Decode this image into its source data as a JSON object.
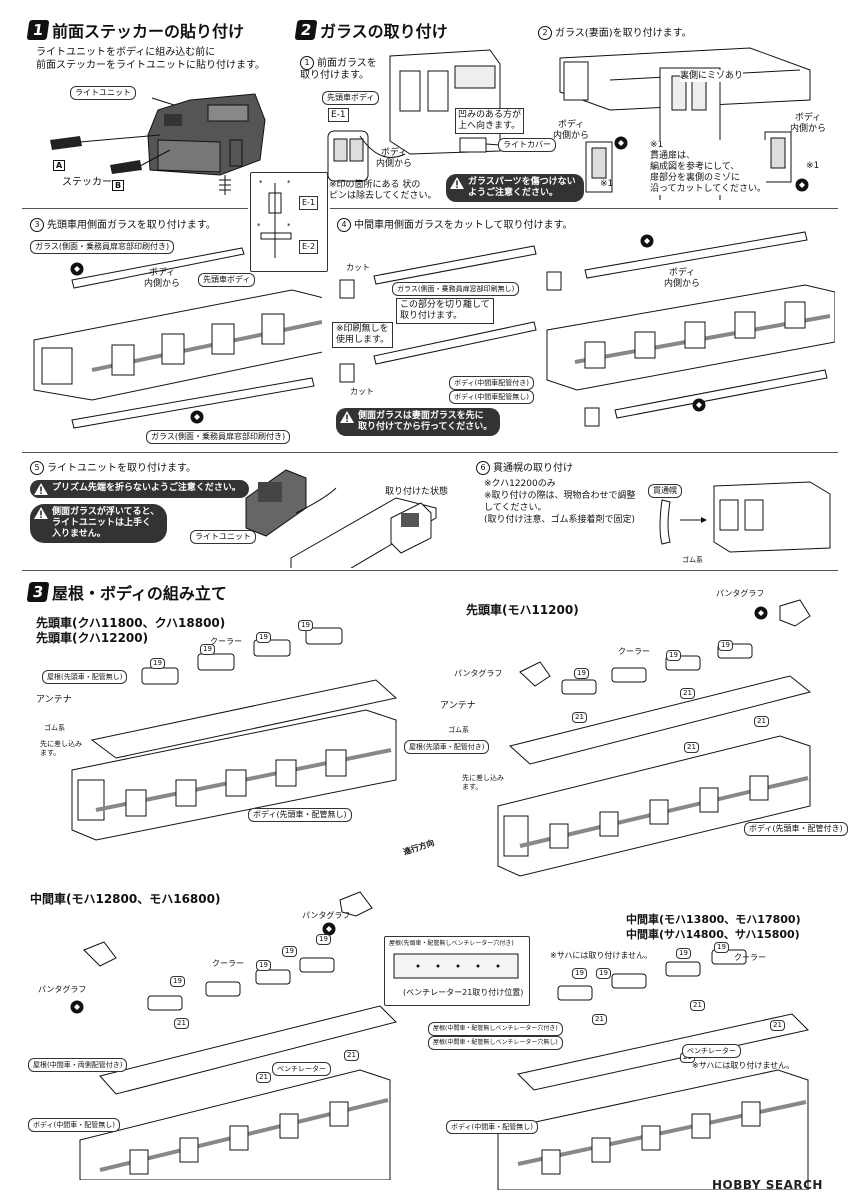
{
  "s1": {
    "num": "1",
    "title": "前面ステッカーの貼り付け",
    "desc": "ライトユニットをボディに組み込む前に\n前面ステッカーをライトユニットに貼り付けます。",
    "light_unit": "ライトユニット",
    "sticker": "ステッカー",
    "a": "A",
    "b": "B"
  },
  "s2": {
    "num": "2",
    "title": "ガラスの取り付け",
    "step1": {
      "n": "1",
      "text": "前面ガラスを\n取り付けます。"
    },
    "lead_body": "先頭車ボディ",
    "e1": "E-1",
    "recess": "凹みのある方が\n上へ向きます。",
    "light_cover": "ライトカバー",
    "inside": "ボディ\n内側から",
    "step2": {
      "n": "2",
      "text": "ガラス(妻面)を取り付けます。"
    },
    "groove": "裏側にミゾあり",
    "inside2": "ボディ\n内側から",
    "inside3": "ボディ\n内側から",
    "note1": "※1\n貫通扉は、\n編成図を参考にして、\n扉部分を裏側のミゾに\n沿ってカットしてください。",
    "star1": "※1",
    "star2": "※1",
    "caution": "ガラスパーツを傷つけない\nようご注意ください。",
    "gate": "※印の箇所にある  状の\nピンは除去してください。",
    "ge1": "E-1",
    "ge2": "E-2"
  },
  "s3a": {
    "n": "3",
    "text": "先頭車用側面ガラスを取り付けます。",
    "glass1": "ガラス(側面・乗務員扉窓部印刷付き)",
    "lead_body": "先頭車ボディ",
    "inside": "ボディ\n内側から",
    "glass2": "ガラス(側面・乗務員扉窓部印刷付き)"
  },
  "s4": {
    "n": "4",
    "text": "中間車用側面ガラスをカットして取り付けます。",
    "cut1": "カット",
    "cut2": "カット",
    "glass_print": "ガラス(側面・乗務員扉窓部印刷無し)",
    "cutnote": "この部分を切り離して\n取り付けます。",
    "noprint": "※印刷無しを\n使用します。",
    "body_pipe": "ボディ(中間車配管付き)",
    "body_nopipe": "ボディ(中間車配管無し)",
    "inside": "ボディ\n内側から",
    "caution": "側面ガラスは妻面ガラスを先に\n取り付けてから行ってください。"
  },
  "s5": {
    "n": "5",
    "text": "ライトユニットを取り付けます。",
    "caution1": "プリズム先端を折らないようご注意ください。",
    "caution2": "側面ガラスが浮いてると、\nライトユニットは上手く\n入りません。",
    "light_unit": "ライトユニット",
    "installed": "取り付けた状態"
  },
  "s6": {
    "n": "6",
    "text": "貫通幌の取り付け",
    "note": "※クハ12200のみ\n※取り付けの際は、現物合わせで調整\n  してください。\n(取り付け注意、ゴム系接着剤で固定)",
    "hood": "貫通幌",
    "glue": "ゴム系"
  },
  "s7": {
    "num": "3",
    "title": "屋根・ボディの組み立て",
    "lead_left": "先頭車(クハ11800、クハ18800)\n先頭車(クハ12200)",
    "cooler": "クーラー",
    "n19": "19",
    "n21": "21",
    "roof_nopipe": "屋根(先頭車・配管無し)",
    "antenna": "アンテナ",
    "glue": "ゴム系",
    "insert_first": "先に差し込み\nます。",
    "body_lead_nopipe": "ボディ(先頭車・配管無し)",
    "lead_right": "先頭車(モハ11200)",
    "pantograph": "パンタグラフ",
    "roof_lead_pipe": "屋根(先頭車・配管付き)",
    "body_lead_pipe": "ボディ(先頭車・配管付き)",
    "direction": "進行方向",
    "mid_left": "中間車(モハ12800、モハ16800)",
    "roof_mid_pipe": "屋根(中間車・両側配管付き)",
    "ventilator": "ベンチレーター",
    "body_mid_nopipe": "ボディ(中間車・配管無し)",
    "vent_box_title": "屋根(先頭車・配管無しベンチレーター穴付き)",
    "vent_pos": "(ベンチレーター21取り付け位置)",
    "mid_right": "中間車(モハ13800、モハ17800)\n中間車(サハ14800、サハ15800)",
    "saha_note": "※サハには取り付けません。",
    "roof_mid_nopipe_vent": "屋根(中間車・配管無しベンチレーター穴付き)",
    "roof_mid_nopipe": "屋根(中間車・配管無しベンチレーター穴無し)",
    "saha_note2": "※サハには取り付けません。",
    "body_mid_nopipe2": "ボディ(中間車・配管無し)"
  },
  "watermark": "HOBBY SEARCH"
}
